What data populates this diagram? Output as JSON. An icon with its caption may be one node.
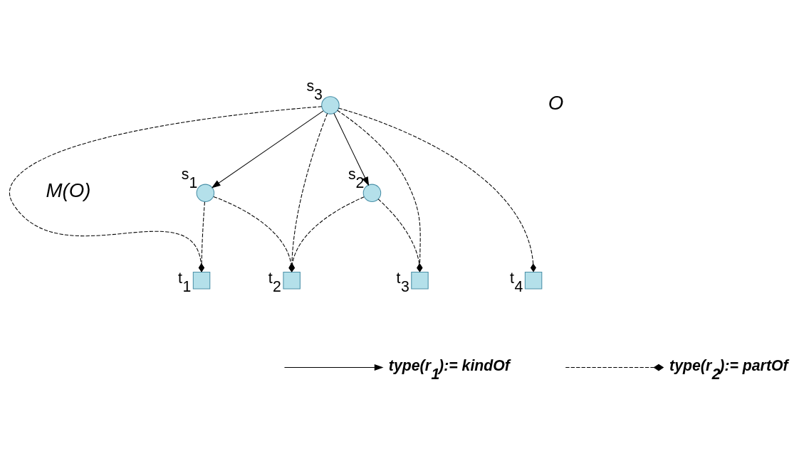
{
  "diagram": {
    "nodes": [
      {
        "text": [
          "s$_{3}$"
        ]
      },
      {
        "text": [
          "s$_{1}$"
        ]
      },
      {
        "text": [
          "s$_{2}$"
        ]
      },
      {
        "text": [
          "t$_{1}$"
        ]
      },
      {
        "text": [
          "t$_{2}$"
        ]
      },
      {
        "text": [
          "t$_{3}$"
        ]
      },
      {
        "text": [
          "t$_{4}$"
        ]
      }
    ],
    "edges": [
      {
        "from": 0,
        "to": 1,
        "arrow": "to"
      },
      {
        "from": 0,
        "to": 2,
        "arrow": "to"
      },
      {
        "from": 0,
        "to": 3,
        "arrow": "other",
        "style": "dashed"
      },
      {
        "from": 0,
        "to": 4,
        "arrow": "other",
        "style": "dashed"
      },
      {
        "from": 0,
        "to": 5,
        "arrow": "other",
        "style": "dashed"
      },
      {
        "from": 0,
        "to": 6,
        "arrow": "other",
        "style": "dashed"
      },
      {
        "from": 1,
        "to": 3,
        "arrow": "other",
        "style": "dashed"
      },
      {
        "from": 1,
        "to": 4,
        "arrow": "other",
        "style": "dashed"
      },
      {
        "from": 2,
        "to": 4,
        "arrow": "other",
        "style": "dashed"
      },
      {
        "from": 2,
        "to": 5,
        "arrow": "other",
        "style": "dashed"
      }
    ],
    "labels": [
      "O",
      "M(O)"
    ],
    "legend": [
      {
        "text": "type(r$_{1}$):= kindOf"
      },
      {
        "text": "type(r$_{2}$):= partOf"
      }
    ]
  }
}
